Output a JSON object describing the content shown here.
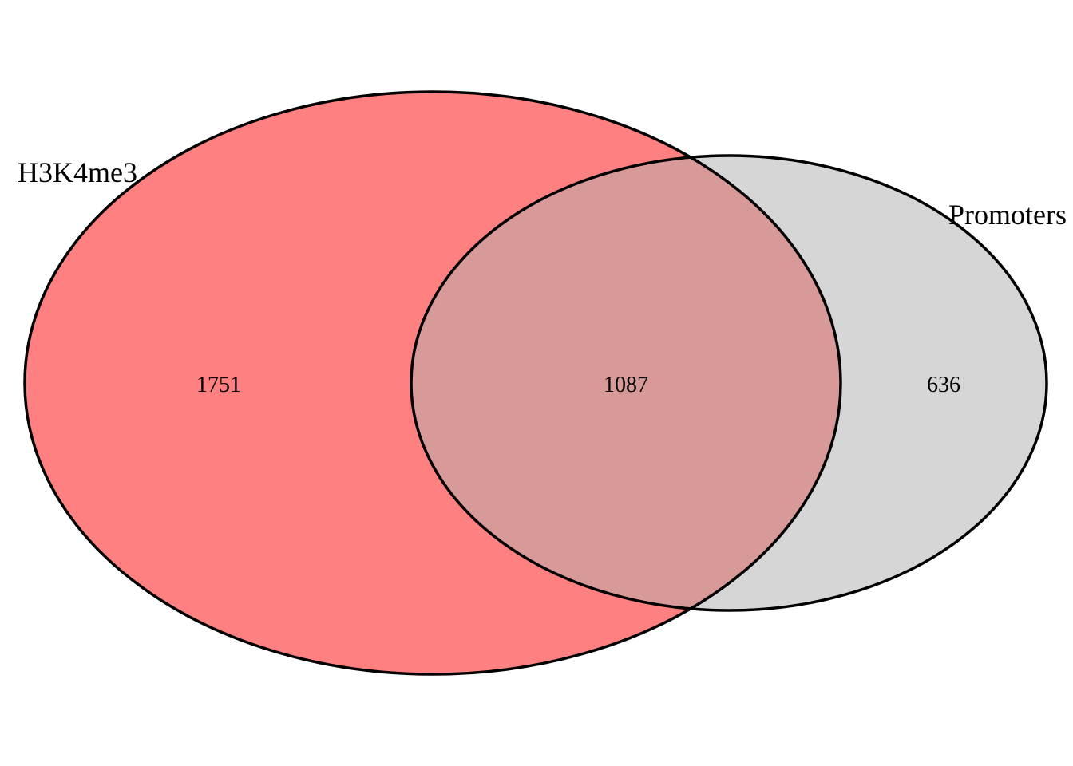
{
  "venn": {
    "sets": [
      {
        "label": "H3K4me3",
        "only_count": "1751",
        "fill_color": "#FF8080"
      },
      {
        "label": "Promoters",
        "only_count": "636",
        "fill_color": "#D6D6D6"
      }
    ],
    "intersection": {
      "count": "1087",
      "fill_color": "#D89999"
    },
    "outline_color": "#000000",
    "background_color": "#FFFFFF"
  }
}
